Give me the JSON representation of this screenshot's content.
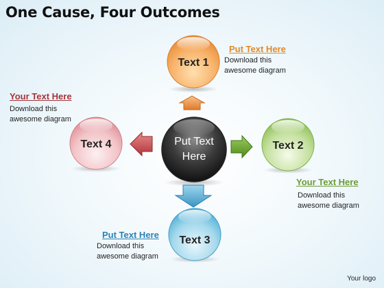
{
  "title": "One Cause, Four Outcomes",
  "center": {
    "label_line1": "Put Text",
    "label_line2": "Here"
  },
  "nodes": [
    {
      "label": "Text 1",
      "heading": "Put Text Here",
      "body_line1": "Download this",
      "body_line2": "awesome diagram",
      "color": "#f0a050",
      "heading_color": "#e08a2c"
    },
    {
      "label": "Text 2",
      "heading": "Your Text Here",
      "body_line1": "Download this",
      "body_line2": "awesome diagram",
      "color": "#a8cc78",
      "heading_color": "#6b9a35"
    },
    {
      "label": "Text 3",
      "heading": "Put Text Here",
      "body_line1": "Download this",
      "body_line2": "awesome diagram",
      "color": "#7cc4de",
      "heading_color": "#2a82b5"
    },
    {
      "label": "Text 4",
      "heading": "Your Text Here",
      "body_line1": "Download this",
      "body_line2": "awesome diagram",
      "color": "#eaa8ae",
      "heading_color": "#a3343a"
    }
  ],
  "footer": "Your logo"
}
